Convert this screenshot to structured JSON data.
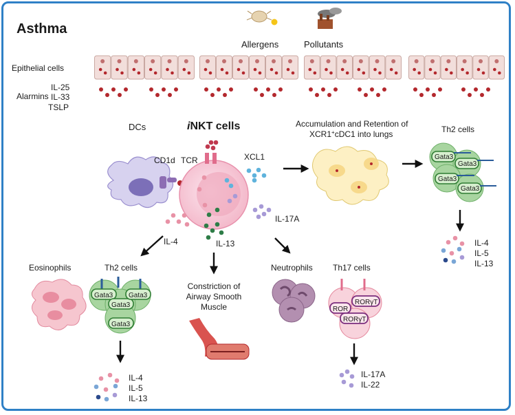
{
  "title": "Asthma",
  "top": {
    "allergens": "Allergens",
    "pollutants": "Pollutants"
  },
  "epithelium": {
    "label": "Epithelial cells",
    "alarmins_label": "Alarmins",
    "alarmins": [
      "IL-25",
      "IL-33",
      "TSLP"
    ]
  },
  "center": {
    "dcs": "DCs",
    "inkt_i": "i",
    "inkt_rest": "NKT cells",
    "cd1d": "CD1d",
    "tcr": "TCR",
    "xcl1": "XCL1",
    "il17a": "IL-17A",
    "il4": "IL-4",
    "il13": "IL-13"
  },
  "right": {
    "accum_line1": "Accumulation and Retention of",
    "accum_line2_pre": "XCR1",
    "accum_line2_sup": "+",
    "accum_line2_post": "cDC1 into lungs",
    "th2_label": "Th2 cells",
    "gata3": "Gata3",
    "cytokines": [
      "IL-4",
      "IL-5",
      "IL-13"
    ]
  },
  "bottom": {
    "eosinophils": "Eosinophils",
    "th2_label": "Th2 cells",
    "gata3": "Gata3",
    "th2_cytokines": [
      "IL-4",
      "IL-5",
      "IL-13"
    ],
    "constriction": [
      "Constriction of",
      "Airway Smooth",
      "Muscle"
    ],
    "neutrophils": "Neutrophils",
    "th17_label": "Th17 cells",
    "rorgt": "RORγT",
    "ror": "ROR",
    "th17_cytokines": [
      "IL-17A",
      "IL-22"
    ]
  },
  "colors": {
    "frame": "#2f80c6",
    "alarmin": "#b3282d",
    "epithelium": "#f2dedb",
    "th2_cell": "#a8d5a0",
    "gata3": "#2e7d32"
  }
}
